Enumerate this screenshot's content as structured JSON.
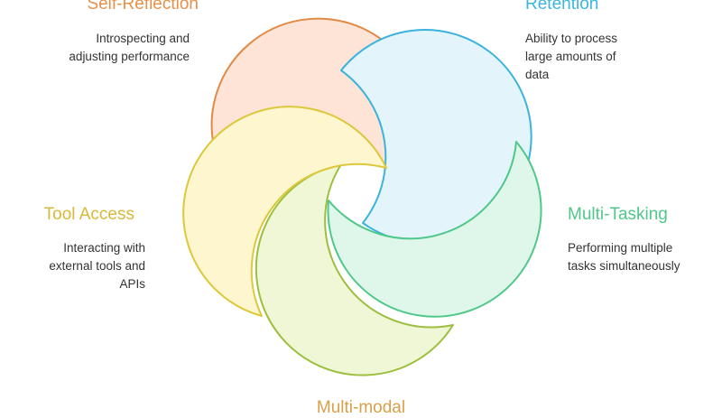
{
  "colors": {
    "self_reflection": "#E8914A",
    "retention": "#3BB6DF",
    "multi_tasking": "#4FC889",
    "multi_modal": "#9CBF3E",
    "tool_access": "#DCC83A"
  },
  "segments": [
    {
      "id": "self-reflection",
      "title": "Self-Reflection",
      "description": "Introspecting and adjusting performance",
      "stroke": "#E08A45",
      "fill": "#FDE4D6",
      "title_color": "#E8914A"
    },
    {
      "id": "retention",
      "title": "Retention",
      "description": "Ability to process large amounts of data",
      "stroke": "#3BB3DC",
      "fill": "#E3F4FB",
      "title_color": "#3BB6DF"
    },
    {
      "id": "multi-tasking",
      "title": "Multi-Tasking",
      "description": "Performing multiple tasks simultaneously",
      "stroke": "#4FC889",
      "fill": "#DFF7EA",
      "title_color": "#4FC889"
    },
    {
      "id": "multi-modal",
      "title": "Multi-modal",
      "description": "",
      "stroke": "#9CBF3E",
      "fill": "#F0F7D6",
      "title_color": "#D9A04A"
    },
    {
      "id": "tool-access",
      "title": "Tool Access",
      "description": "Interacting with external tools and APIs",
      "stroke": "#DCC83A",
      "fill": "#FDF6CF",
      "title_color": "#D8B93A"
    }
  ]
}
